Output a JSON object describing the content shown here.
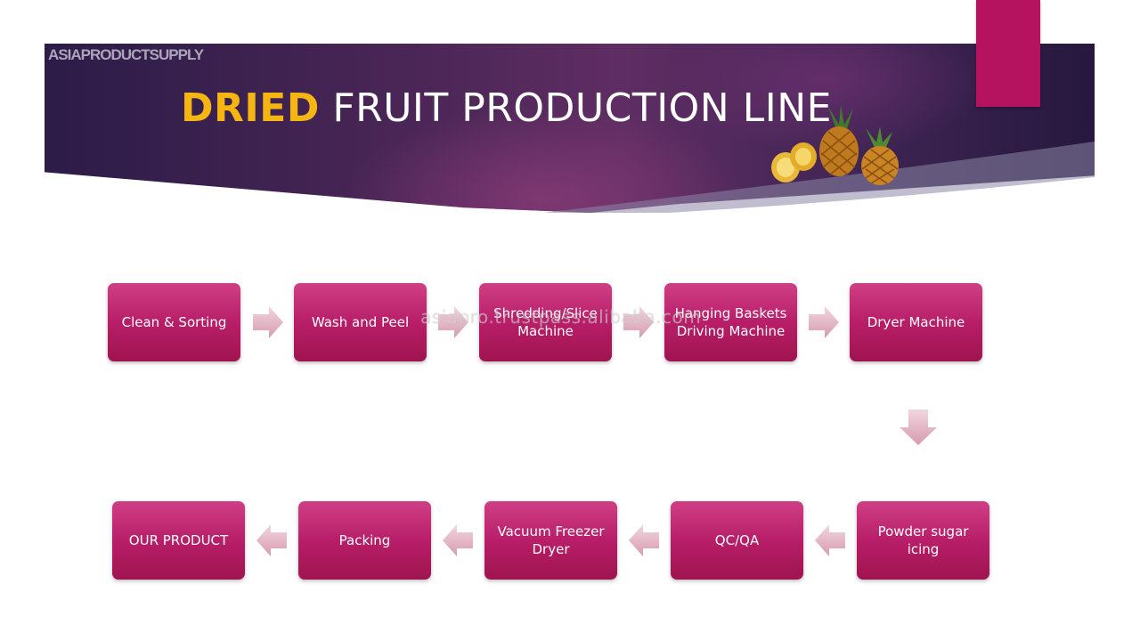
{
  "header": {
    "watermark": "ASIAPRODUCTSUPPLY",
    "title_highlight": "DRIED",
    "title_rest": " FRUIT PRODUCTION LINE"
  },
  "flow": {
    "row1": [
      "Clean & Sorting",
      "Wash and Peel",
      "Shredding/Slice Machine",
      "Hanging Baskets Driving Machine",
      "Dryer Machine"
    ],
    "row2": [
      "OUR PRODUCT",
      "Packing",
      "Vacuum Freezer Dryer",
      "QC/QA",
      "Powder sugar icing"
    ]
  },
  "overlay_watermark": "asiapro.trustpass.alibaba.com",
  "colors": {
    "step_fill": "#b81e69",
    "accent": "#b5125f",
    "title_highlight": "#f5b512",
    "banner": "#4a2656",
    "arrow": "#e3b8c6"
  },
  "icons": [
    "pineapple-icon",
    "arrow-right-icon",
    "arrow-left-icon",
    "arrow-down-icon"
  ]
}
